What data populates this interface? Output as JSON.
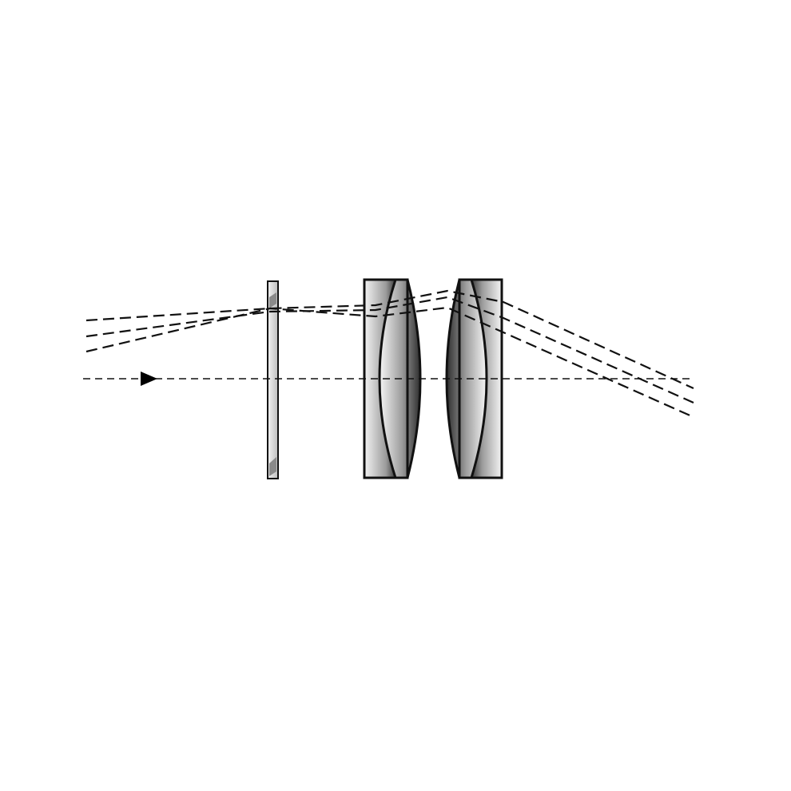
{
  "diagram": {
    "description_visible_text": [],
    "colors": {
      "ink": "#111111",
      "glass_dark": "#3a3a3a",
      "glass_light": "#f2f2f2",
      "background": "#ffffff"
    },
    "elements": {
      "direction_marker": "triangle-arrow-icon",
      "components": [
        "plate-window",
        "doublet-lens-1",
        "doublet-lens-2"
      ],
      "ray_count": 3
    }
  }
}
